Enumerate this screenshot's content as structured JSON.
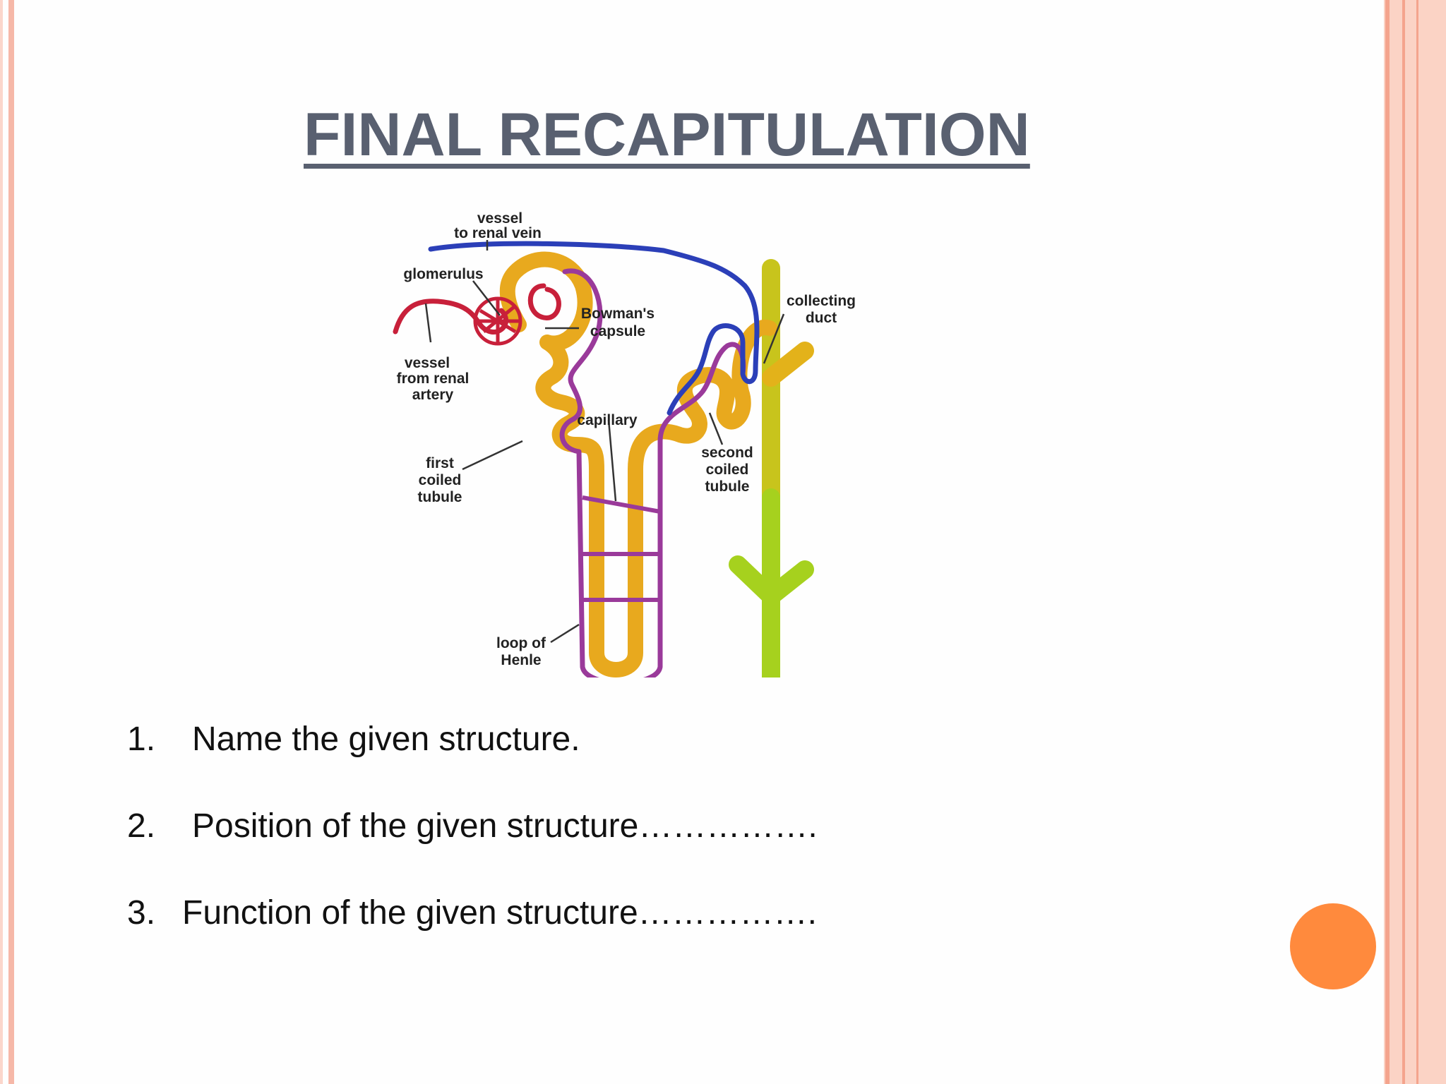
{
  "slide": {
    "title": "FINAL RECAPITULATION"
  },
  "diagram": {
    "labels": {
      "vein_1": "vessel",
      "vein_2": "to renal vein",
      "glomerulus": "glomerulus",
      "bowmans_1": "Bowman's",
      "bowmans_2": "capsule",
      "artery_1": "vessel",
      "artery_2": "from renal",
      "artery_3": "artery",
      "capillary": "capillary",
      "first_1": "first",
      "first_2": "coiled",
      "first_3": "tubule",
      "second_1": "second",
      "second_2": "coiled",
      "second_3": "tubule",
      "collecting_1": "collecting",
      "collecting_2": "duct",
      "loop_1": "loop of",
      "loop_2": "Henle"
    },
    "colors": {
      "tubule": "#e8a91e",
      "vein": "#2b3fb8",
      "artery": "#c8203a",
      "capillary": "#9a3a9a",
      "duct": "#a6d11e"
    }
  },
  "questions": [
    {
      "num": "1.",
      "text": "Name the  given structure."
    },
    {
      "num": "2.",
      "text": "Position of the given structure……………."
    },
    {
      "num": "3.",
      "text": "Function of the given structure……………."
    }
  ]
}
